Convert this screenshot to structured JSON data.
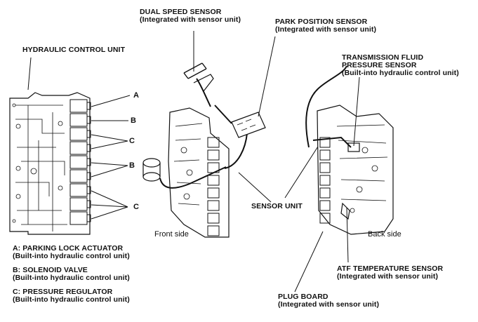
{
  "labels": {
    "hydraulic_control_unit": "HYDRAULIC CONTROL UNIT",
    "dual_speed_sensor": {
      "title": "DUAL SPEED SENSOR",
      "sub": "(Integrated with sensor unit)"
    },
    "park_position_sensor": {
      "title": "PARK POSITION SENSOR",
      "sub": "(Integrated with sensor unit)"
    },
    "fluid_pressure_sensor": {
      "line1": "TRANSMISSION FLUID",
      "line2": "PRESSURE SENSOR",
      "sub": "(Built-into hydraulic control unit)"
    },
    "sensor_unit": "SENSOR UNIT",
    "front_side": "Front side",
    "back_side": "Back side",
    "atf_temp_sensor": {
      "title": "ATF TEMPERATURE SENSOR",
      "sub": "(Integrated with sensor unit)"
    },
    "plug_board": {
      "title": "PLUG BOARD",
      "sub": "(Integrated with sensor unit)"
    }
  },
  "callout_letters": {
    "a": "A",
    "b1": "B",
    "c1": "C",
    "b2": "B",
    "c2": "C"
  },
  "legend": [
    {
      "title": "A: PARKING LOCK ACTUATOR",
      "sub": "(Built-into hydraulic control unit)"
    },
    {
      "title": "B: SOLENOID VALVE",
      "sub": "(Built-into hydraulic control unit)"
    },
    {
      "title": "C: PRESSURE REGULATOR",
      "sub": "(Built-into hydraulic control unit)"
    }
  ]
}
